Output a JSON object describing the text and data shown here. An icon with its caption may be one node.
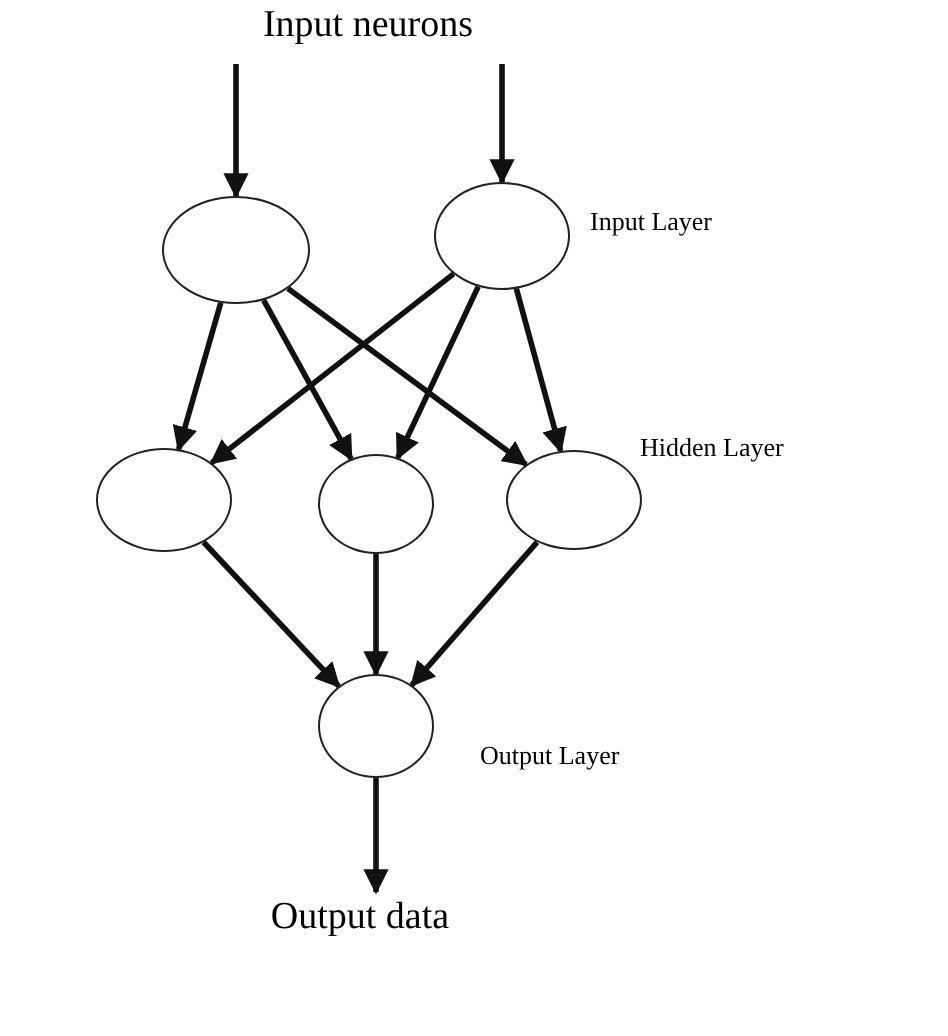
{
  "diagram": {
    "nodes": [
      {
        "text": [
          "Input neurons"
        ]
      },
      {
        "text": [],
        "shape": "circle"
      },
      {
        "text": [],
        "shape": "circle"
      },
      {
        "text": [],
        "shape": "circle"
      },
      {
        "text": [],
        "shape": "circle"
      },
      {
        "text": [],
        "shape": "circle"
      },
      {
        "text": [],
        "shape": "circle"
      },
      {
        "text": [
          "Output data"
        ]
      }
    ],
    "edges": [
      {
        "from": 0,
        "to": 1,
        "arrow": "to"
      },
      {
        "from": 0,
        "to": 2,
        "arrow": "to"
      },
      {
        "from": 1,
        "to": 3,
        "arrow": "to"
      },
      {
        "from": 1,
        "to": 4,
        "arrow": "to"
      },
      {
        "from": 1,
        "to": 5,
        "arrow": "to"
      },
      {
        "from": 2,
        "to": 3,
        "arrow": "to"
      },
      {
        "from": 2,
        "to": 4,
        "arrow": "to"
      },
      {
        "from": 2,
        "to": 5,
        "arrow": "to"
      },
      {
        "from": 3,
        "to": 6,
        "arrow": "to"
      },
      {
        "from": 4,
        "to": 6,
        "arrow": "to"
      },
      {
        "from": 5,
        "to": 6,
        "arrow": "to"
      },
      {
        "from": 6,
        "to": 7,
        "arrow": "to"
      }
    ],
    "labels": [
      "Input Layer",
      "Hidden Layer",
      "Output Layer"
    ]
  }
}
